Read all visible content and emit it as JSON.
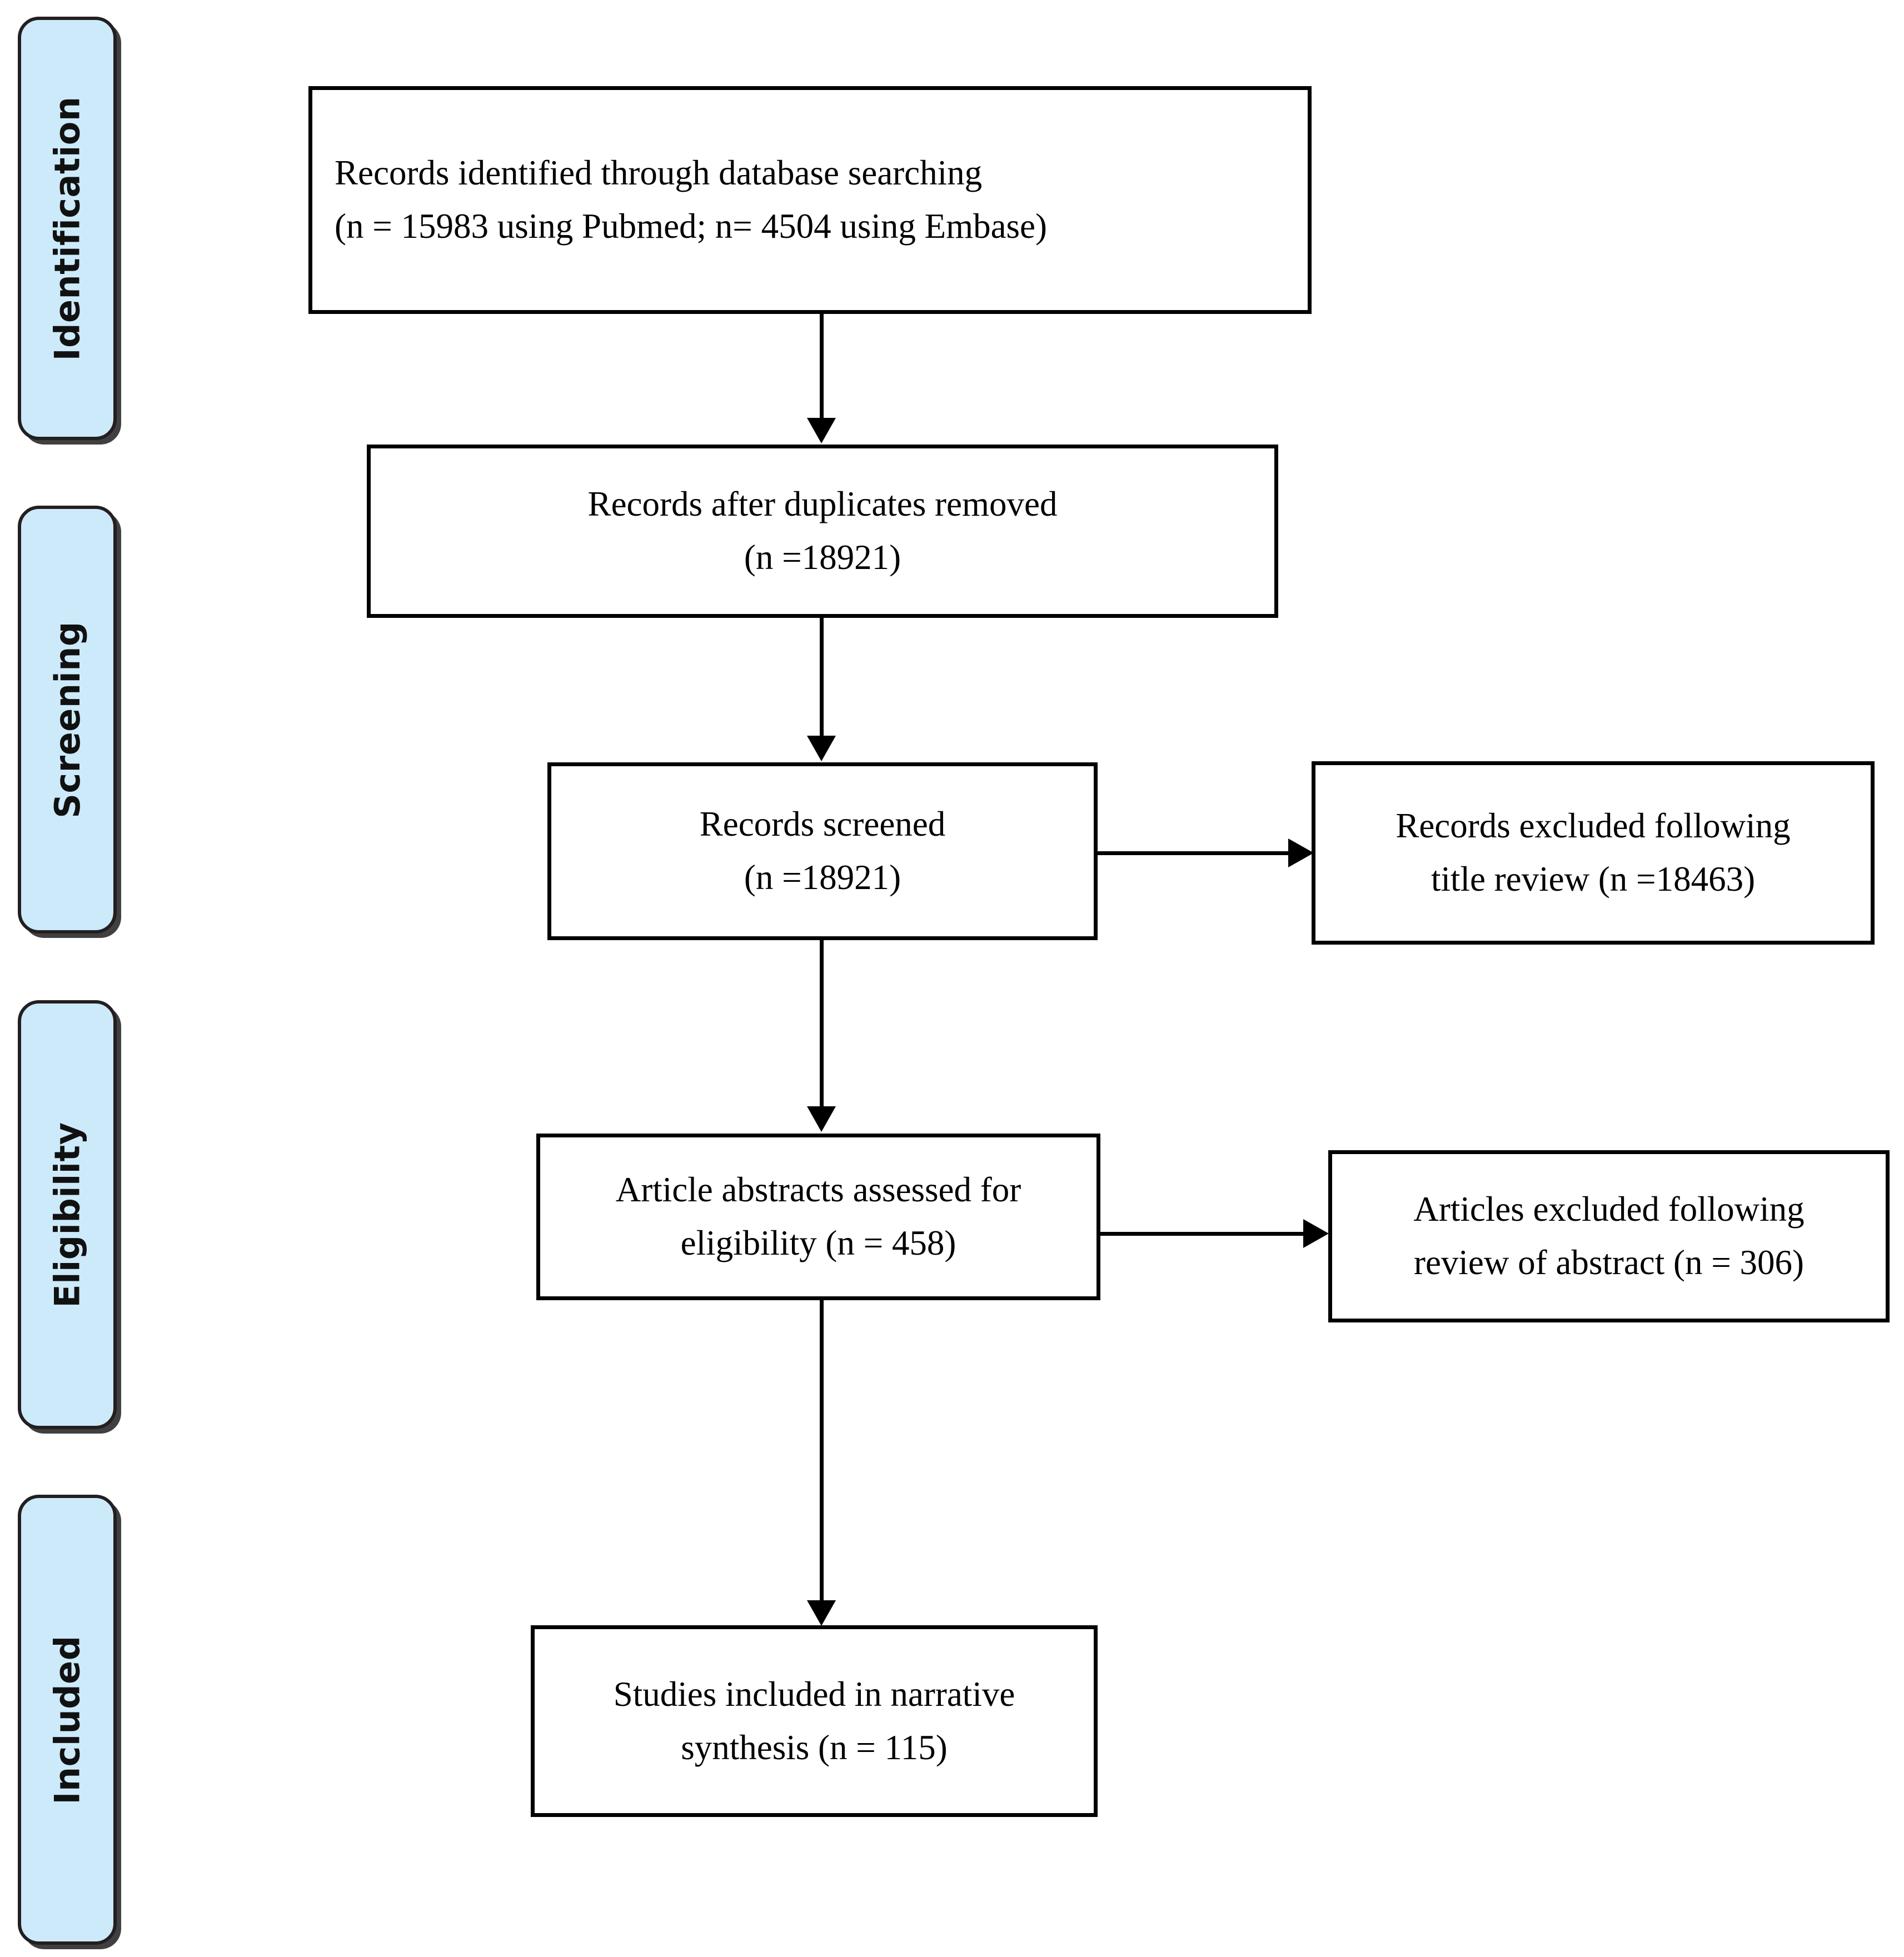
{
  "diagram": {
    "type": "prisma-flow-diagram",
    "accent_color": "#cdeafb",
    "border_color": "#000000",
    "phases": [
      {
        "id": "identification",
        "label": "Identification"
      },
      {
        "id": "screening",
        "label": "Screening"
      },
      {
        "id": "eligibility",
        "label": "Eligibility"
      },
      {
        "id": "included",
        "label": "Included"
      }
    ],
    "boxes": {
      "identified": {
        "line1": "Records identified through database searching",
        "line2": "(n = 15983 using Pubmed; n= 4504 using Embase)"
      },
      "after_duplicates": {
        "line1": "Records after duplicates removed",
        "line2": "(n =18921)"
      },
      "screened": {
        "line1": "Records screened",
        "line2": "(n =18921)"
      },
      "excluded_title": {
        "line1": "Records excluded following",
        "line2": "title review (n =18463)"
      },
      "abstracts_assessed": {
        "line1": "Article abstracts assessed for",
        "line2": "eligibility (n = 458)"
      },
      "excluded_abstract": {
        "line1": "Articles excluded following",
        "line2": "review of abstract (n = 306)"
      },
      "included_synthesis": {
        "line1": "Studies included in narrative",
        "line2": "synthesis (n = 115)"
      }
    },
    "counts": {
      "pubmed_records": 15983,
      "embase_records": 4504,
      "after_duplicates": 18921,
      "screened": 18921,
      "excluded_after_title_review": 18463,
      "abstracts_assessed": 458,
      "excluded_after_abstract_review": 306,
      "included_in_synthesis": 115
    }
  }
}
